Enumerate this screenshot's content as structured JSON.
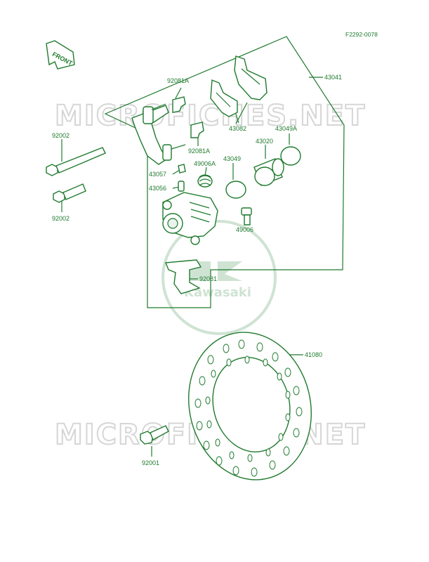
{
  "ref_code": "F2292-0078",
  "front_label": "FRONT",
  "watermark_text": "MICROFICHES.NET",
  "brand_text": "Kawasaki",
  "colors": {
    "line": "#1f7a2e",
    "watermark": "#d6d6d6"
  },
  "callouts": [
    {
      "id": "43041",
      "label": "43041"
    },
    {
      "id": "92081A-top",
      "label": "92081A"
    },
    {
      "id": "43082",
      "label": "43082"
    },
    {
      "id": "92002-top",
      "label": "92002"
    },
    {
      "id": "92081A-mid",
      "label": "92081A"
    },
    {
      "id": "43049A",
      "label": "43049A"
    },
    {
      "id": "43020",
      "label": "43020"
    },
    {
      "id": "43049",
      "label": "43049"
    },
    {
      "id": "49006A",
      "label": "49006A"
    },
    {
      "id": "43057",
      "label": "43057"
    },
    {
      "id": "43056",
      "label": "43056"
    },
    {
      "id": "92002-bot",
      "label": "92002"
    },
    {
      "id": "49006",
      "label": "49006"
    },
    {
      "id": "92081",
      "label": "92081"
    },
    {
      "id": "41080",
      "label": "41080"
    },
    {
      "id": "92001",
      "label": "92001"
    }
  ]
}
